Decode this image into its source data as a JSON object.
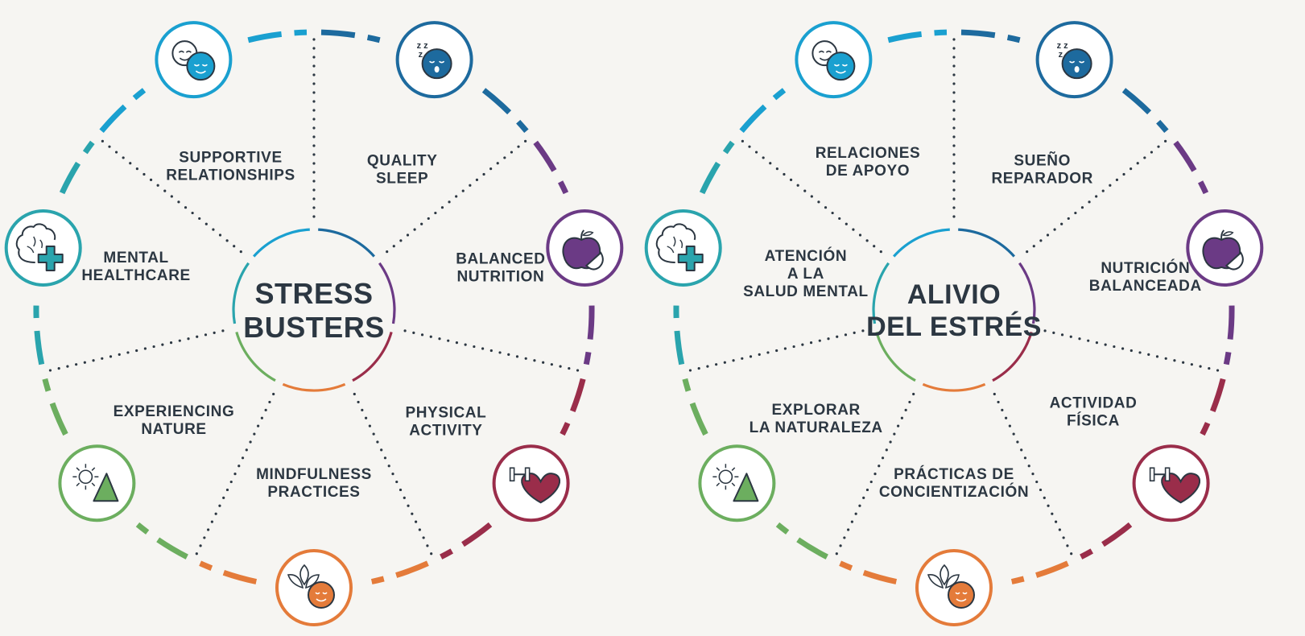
{
  "colors": {
    "background": "#f6f5f2",
    "text": "#2c3742",
    "relationships": "#1aa0d0",
    "sleep": "#1d6a9e",
    "nutrition": "#6b3a85",
    "activity": "#9a2d4a",
    "mindfulness": "#e47b3a",
    "nature": "#6cae5f",
    "mental": "#2aa4ad"
  },
  "wheels": [
    {
      "language": "en",
      "center": [
        "STRESS",
        "BUSTERS"
      ],
      "segments": [
        {
          "key": "relationships",
          "icon": "friends-faces-icon",
          "label": [
            "SUPPORTIVE",
            "RELATIONSHIPS"
          ]
        },
        {
          "key": "sleep",
          "icon": "sleeping-face-icon",
          "label": [
            "QUALITY",
            "SLEEP"
          ]
        },
        {
          "key": "nutrition",
          "icon": "apple-icon",
          "label": [
            "BALANCED",
            "NUTRITION"
          ]
        },
        {
          "key": "activity",
          "icon": "dumbbell-heart-icon",
          "label": [
            "PHYSICAL",
            "ACTIVITY"
          ]
        },
        {
          "key": "mindfulness",
          "icon": "lotus-face-icon",
          "label": [
            "MINDFULNESS",
            "PRACTICES"
          ]
        },
        {
          "key": "nature",
          "icon": "sun-mountain-icon",
          "label": [
            "EXPERIENCING",
            "NATURE"
          ]
        },
        {
          "key": "mental",
          "icon": "brain-plus-icon",
          "label": [
            "MENTAL",
            "HEALTHCARE"
          ]
        }
      ]
    },
    {
      "language": "es",
      "center": [
        "ALIVIO",
        "DEL ESTRÉS"
      ],
      "segments": [
        {
          "key": "relationships",
          "icon": "friends-faces-icon",
          "label": [
            "RELACIONES",
            "DE APOYO"
          ]
        },
        {
          "key": "sleep",
          "icon": "sleeping-face-icon",
          "label": [
            "SUEÑO",
            "REPARADOR"
          ]
        },
        {
          "key": "nutrition",
          "icon": "apple-icon",
          "label": [
            "NUTRICIÓN",
            "BALANCEADA"
          ]
        },
        {
          "key": "activity",
          "icon": "dumbbell-heart-icon",
          "label": [
            "ACTIVIDAD",
            "FÍSICA"
          ]
        },
        {
          "key": "mindfulness",
          "icon": "lotus-face-icon",
          "label": [
            "PRÁCTICAS DE",
            "CONCIENTIZACIÓN"
          ]
        },
        {
          "key": "nature",
          "icon": "sun-mountain-icon",
          "label": [
            "EXPLORAR",
            "LA NATURALEZA"
          ]
        },
        {
          "key": "mental",
          "icon": "brain-plus-icon",
          "label": [
            "ATENCIÓN",
            "A LA",
            "SALUD MENTAL"
          ]
        }
      ]
    }
  ]
}
